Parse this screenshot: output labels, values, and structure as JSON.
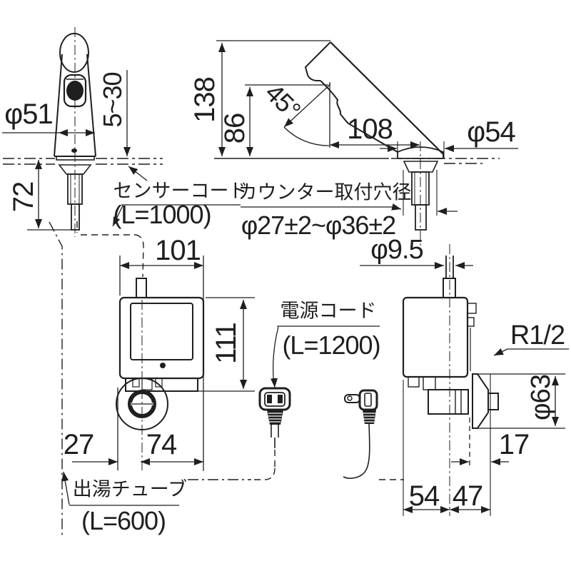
{
  "drawing": {
    "kind": "technical-dimension-drawing",
    "background": "#ffffff",
    "line_color": "#1f1f1f"
  },
  "faucet_front_view": {
    "spout_diameter": "φ51",
    "counter_thickness_range": "5~30",
    "under_counter_length": "72"
  },
  "faucet_side_view": {
    "total_height": "138",
    "sensor_height": "86",
    "spout_angle": "45°",
    "spout_reach": "108",
    "base_diameter": "φ54"
  },
  "counter_hole": {
    "label": "カウンター取付穴径",
    "range": "φ27±2~φ36±2"
  },
  "sensor_cord": {
    "label": "センサーコード",
    "length": "(L=1000)"
  },
  "power_cord": {
    "label": "電源コード",
    "length": "(L=1200)"
  },
  "hot_water_tube": {
    "label": "出湯チューブ",
    "length": "(L=600)"
  },
  "controller_front_view": {
    "width": "101",
    "height": "111",
    "tube_offset": "27",
    "valve_offset": "74"
  },
  "controller_side_view": {
    "cord_diameter": "φ9.5",
    "supply_thread": "R1/2",
    "flange_diameter": "φ63",
    "wall_clearance": "17",
    "front_depth": "54",
    "rear_depth": "47"
  }
}
